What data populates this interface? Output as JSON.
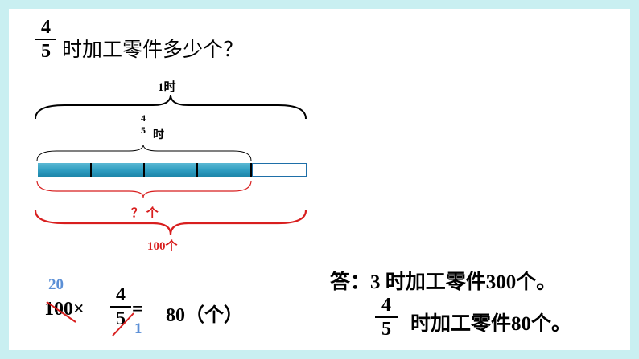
{
  "question": {
    "frac_num": "4",
    "frac_den": "5",
    "text": "时加工零件多少个？"
  },
  "diagram": {
    "top_brace_label": "1时",
    "inner_brace_frac_num": "4",
    "inner_brace_frac_den": "5",
    "inner_brace_unit": "时",
    "red_brace_inner_label": "？ 个",
    "red_brace_outer_label": "100个",
    "filled_segments": 4,
    "total_segments": 5,
    "colors": {
      "bar_fill": "#2e9cc0",
      "red": "#d81e1e",
      "blue_annotation": "#5b8fd6"
    }
  },
  "calculation": {
    "annot_top": "20",
    "lhs": "100×",
    "frac_num": "4",
    "frac_den": "5",
    "annot_bottom": "1",
    "equals": "=",
    "result": "80（个）"
  },
  "answer": {
    "line1": "答：3 时加工零件300个。",
    "line2_frac_num": "4",
    "line2_frac_den": "5",
    "line2_text": "时加工零件80个。"
  }
}
